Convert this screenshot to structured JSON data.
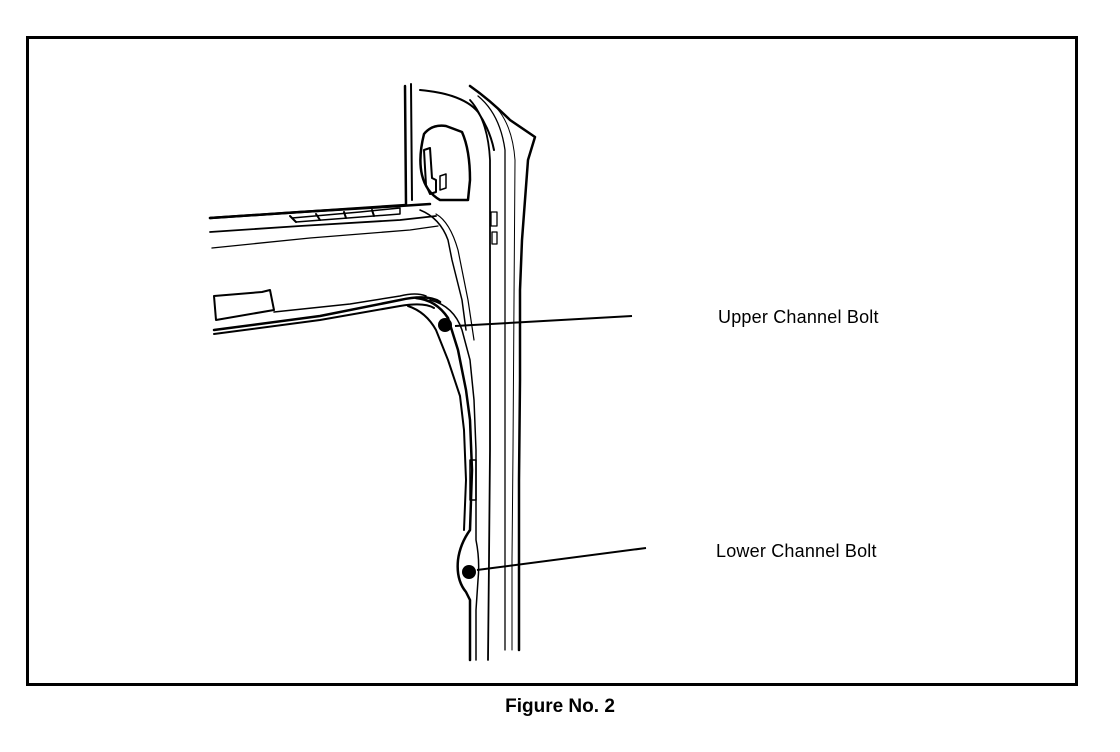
{
  "labels": {
    "upper": "Upper Channel Bolt",
    "lower": "Lower Channel Bolt"
  },
  "caption": "Figure No. 2"
}
